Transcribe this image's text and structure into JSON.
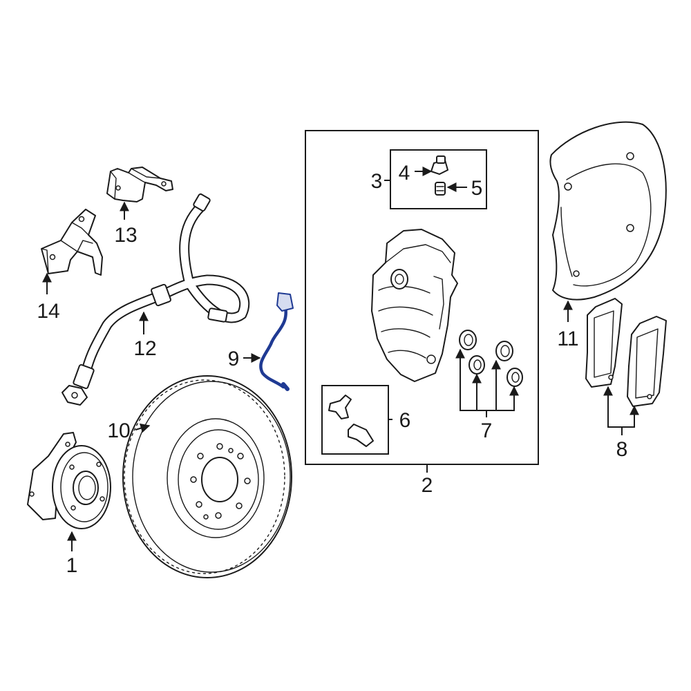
{
  "highlight_color": "#1f3a93",
  "line_color": "#1a1a1a",
  "callouts": {
    "c1": "1",
    "c2": "2",
    "c3": "3",
    "c4": "4",
    "c5": "5",
    "c6": "6",
    "c7": "7",
    "c8": "8",
    "c9": "9",
    "c10": "10",
    "c11": "11",
    "c12": "12",
    "c13": "13",
    "c14": "14"
  },
  "highlighted_part": "9"
}
